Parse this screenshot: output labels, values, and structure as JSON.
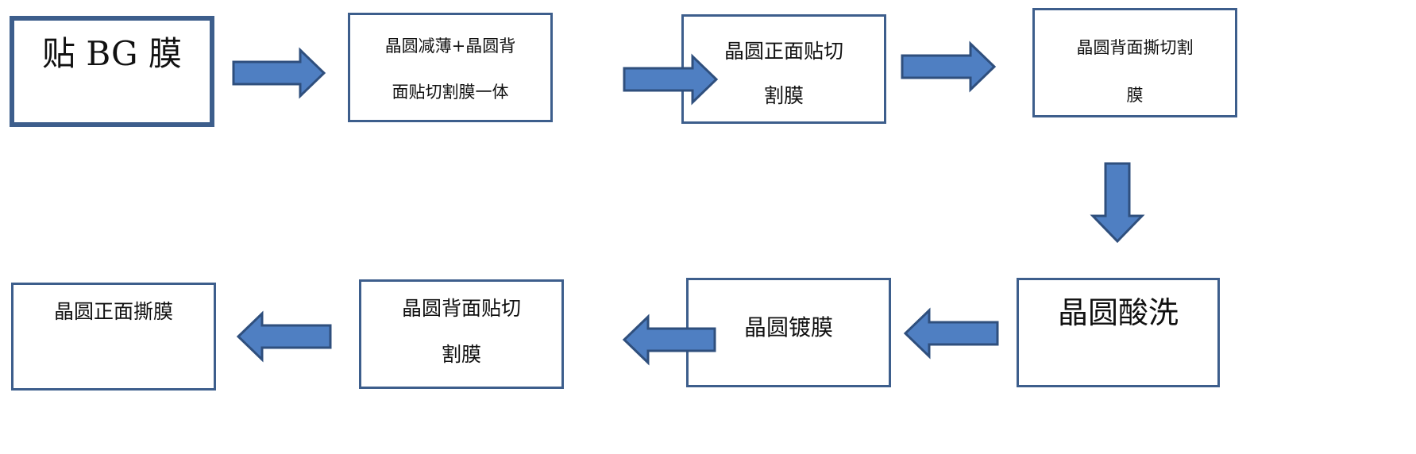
{
  "flowchart": {
    "steps": [
      {
        "id": "s1",
        "lines": [
          "贴 BG 膜"
        ]
      },
      {
        "id": "s2",
        "lines": [
          "晶圆减薄+晶圆背",
          "面贴切割膜一体"
        ]
      },
      {
        "id": "s3",
        "lines": [
          "晶圆正面贴切",
          "割膜"
        ]
      },
      {
        "id": "s4",
        "lines": [
          "晶圆背面撕切割",
          "膜"
        ]
      },
      {
        "id": "s5",
        "lines": [
          "晶圆酸洗"
        ]
      },
      {
        "id": "s6",
        "lines": [
          "晶圆镀膜"
        ]
      },
      {
        "id": "s7",
        "lines": [
          "晶圆背面贴切",
          "割膜"
        ]
      },
      {
        "id": "s8",
        "lines": [
          "晶圆正面撕膜"
        ]
      }
    ],
    "connections": [
      {
        "from": "s1",
        "to": "s2",
        "direction": "right"
      },
      {
        "from": "s2",
        "to": "s3",
        "direction": "right"
      },
      {
        "from": "s3",
        "to": "s4",
        "direction": "right"
      },
      {
        "from": "s4",
        "to": "s5",
        "direction": "down"
      },
      {
        "from": "s5",
        "to": "s6",
        "direction": "left"
      },
      {
        "from": "s6",
        "to": "s7",
        "direction": "left"
      },
      {
        "from": "s7",
        "to": "s8",
        "direction": "left"
      }
    ]
  },
  "colors": {
    "box_border": "#3d5e8c",
    "arrow_fill": "#4f7fc2",
    "arrow_stroke": "#2f4f7d"
  }
}
